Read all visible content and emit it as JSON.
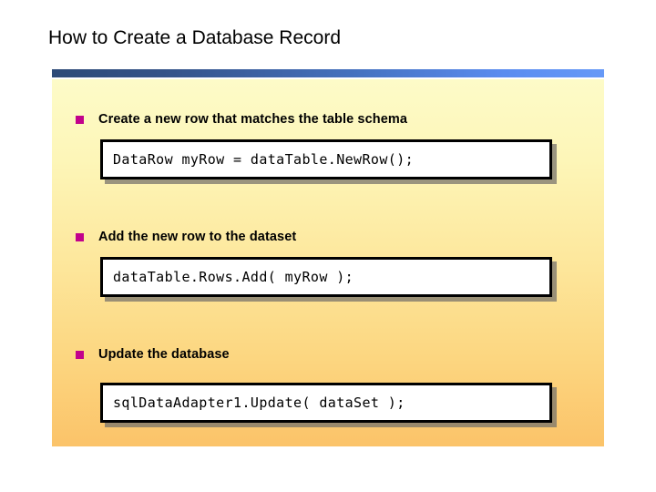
{
  "slide": {
    "title": "How to Create a Database Record",
    "accent_bar_gradient_from": "#2d4a77",
    "accent_bar_gradient_to": "#6699f7",
    "panel_gradient_from": "#fdfbc8",
    "panel_gradient_to": "#fbc369",
    "bullet_marker_color": "#c2018c",
    "text_color": "#000000",
    "code_box_border_color": "#000000",
    "code_box_fill": "#ffffff"
  },
  "items": [
    {
      "bullet": "Create a new row that matches the table schema",
      "code": "DataRow myRow = dataTable.NewRow();",
      "bullet_icon": "square-bullet-icon"
    },
    {
      "bullet": "Add the new row to the dataset",
      "code": "dataTable.Rows.Add( myRow );",
      "bullet_icon": "square-bullet-icon"
    },
    {
      "bullet": "Update the database",
      "code": "sqlDataAdapter1.Update( dataSet );",
      "bullet_icon": "square-bullet-icon"
    }
  ]
}
